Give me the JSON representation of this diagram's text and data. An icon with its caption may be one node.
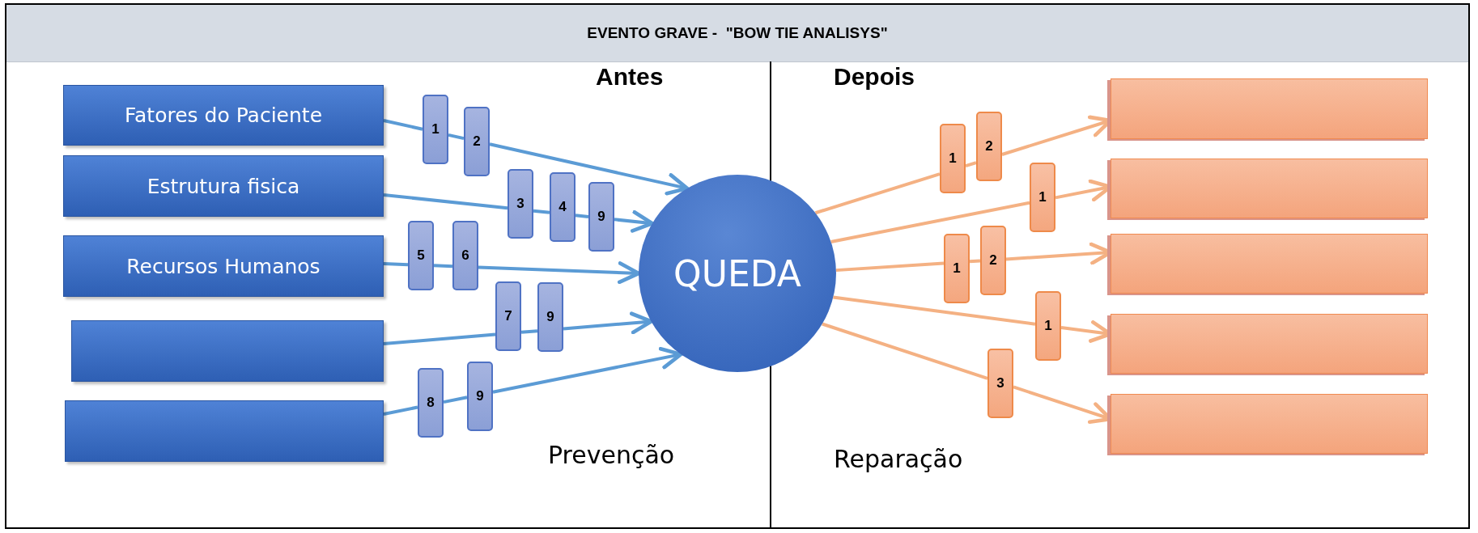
{
  "diagram": {
    "title": "EVENTO GRAVE -  \"BOW TIE ANALISYS\"",
    "nodes": [
      {
        "text": [
          "Fatores do Paciente"
        ]
      },
      {
        "text": [
          "Estrutura fisica"
        ]
      },
      {
        "text": [
          "Recursos Humanos"
        ]
      },
      {
        "text": [],
        "shape": "box"
      },
      {
        "text": [],
        "shape": "box"
      },
      {
        "text": [
          "QUEDA"
        ]
      },
      {
        "text": [],
        "shape": "box"
      },
      {
        "text": [],
        "shape": "box"
      },
      {
        "text": [],
        "shape": "box"
      },
      {
        "text": [],
        "shape": "box"
      },
      {
        "text": [],
        "shape": "box"
      },
      {
        "text": [
          "1"
        ]
      },
      {
        "text": [
          "2"
        ]
      },
      {
        "text": [
          "3"
        ]
      },
      {
        "text": [
          "4"
        ]
      },
      {
        "text": [
          "9"
        ]
      },
      {
        "text": [
          "5"
        ]
      },
      {
        "text": [
          "6"
        ]
      },
      {
        "text": [
          "7"
        ]
      },
      {
        "text": [
          "9"
        ]
      },
      {
        "text": [
          "8"
        ]
      },
      {
        "text": [
          "9"
        ]
      },
      {
        "text": [
          "1"
        ]
      },
      {
        "text": [
          "2"
        ]
      },
      {
        "text": [
          "1"
        ]
      },
      {
        "text": [
          "1"
        ]
      },
      {
        "text": [
          "2"
        ]
      },
      {
        "text": [
          "1"
        ]
      },
      {
        "text": [
          "3"
        ]
      }
    ],
    "edges": [
      {
        "from": 0,
        "to": 11,
        "arrow": "none",
        "color": "#5b9bd5"
      },
      {
        "from": 11,
        "to": 12,
        "arrow": "none",
        "color": "#5b9bd5"
      },
      {
        "from": 12,
        "to": 5,
        "arrow": "to",
        "color": "#5b9bd5"
      },
      {
        "from": 1,
        "to": 13,
        "arrow": "none",
        "color": "#5b9bd5"
      },
      {
        "from": 13,
        "to": 14,
        "arrow": "none",
        "color": "#5b9bd5"
      },
      {
        "from": 14,
        "to": 15,
        "arrow": "none",
        "color": "#5b9bd5"
      },
      {
        "from": 15,
        "to": 5,
        "arrow": "to",
        "color": "#5b9bd5"
      },
      {
        "from": 2,
        "to": 16,
        "arrow": "none",
        "color": "#5b9bd5"
      },
      {
        "from": 16,
        "to": 17,
        "arrow": "none",
        "color": "#5b9bd5"
      },
      {
        "from": 17,
        "to": 5,
        "arrow": "to",
        "color": "#5b9bd5"
      },
      {
        "from": 3,
        "to": 18,
        "arrow": "none",
        "color": "#5b9bd5"
      },
      {
        "from": 18,
        "to": 19,
        "arrow": "none",
        "color": "#5b9bd5"
      },
      {
        "from": 19,
        "to": 5,
        "arrow": "to",
        "color": "#5b9bd5"
      },
      {
        "from": 4,
        "to": 20,
        "arrow": "none",
        "color": "#5b9bd5"
      },
      {
        "from": 20,
        "to": 21,
        "arrow": "none",
        "color": "#5b9bd5"
      },
      {
        "from": 21,
        "to": 5,
        "arrow": "to",
        "color": "#5b9bd5"
      },
      {
        "from": 5,
        "to": 22,
        "arrow": "none",
        "color": "#f4b183"
      },
      {
        "from": 22,
        "to": 23,
        "arrow": "none",
        "color": "#f4b183"
      },
      {
        "from": 23,
        "to": 6,
        "arrow": "to",
        "color": "#f4b183"
      },
      {
        "from": 5,
        "to": 24,
        "arrow": "none",
        "color": "#f4b183"
      },
      {
        "from": 24,
        "to": 7,
        "arrow": "to",
        "color": "#f4b183"
      },
      {
        "from": 5,
        "to": 25,
        "arrow": "none",
        "color": "#f4b183"
      },
      {
        "from": 25,
        "to": 26,
        "arrow": "none",
        "color": "#f4b183"
      },
      {
        "from": 26,
        "to": 8,
        "arrow": "to",
        "color": "#f4b183"
      },
      {
        "from": 5,
        "to": 27,
        "arrow": "none",
        "color": "#f4b183"
      },
      {
        "from": 27,
        "to": 9,
        "arrow": "to",
        "color": "#f4b183"
      },
      {
        "from": 5,
        "to": 28,
        "arrow": "none",
        "color": "#f4b183"
      },
      {
        "from": 28,
        "to": 10,
        "arrow": "to",
        "color": "#f4b183"
      }
    ],
    "labels": [
      "Antes",
      "Depois",
      "Prevenção",
      "Reparação"
    ]
  }
}
